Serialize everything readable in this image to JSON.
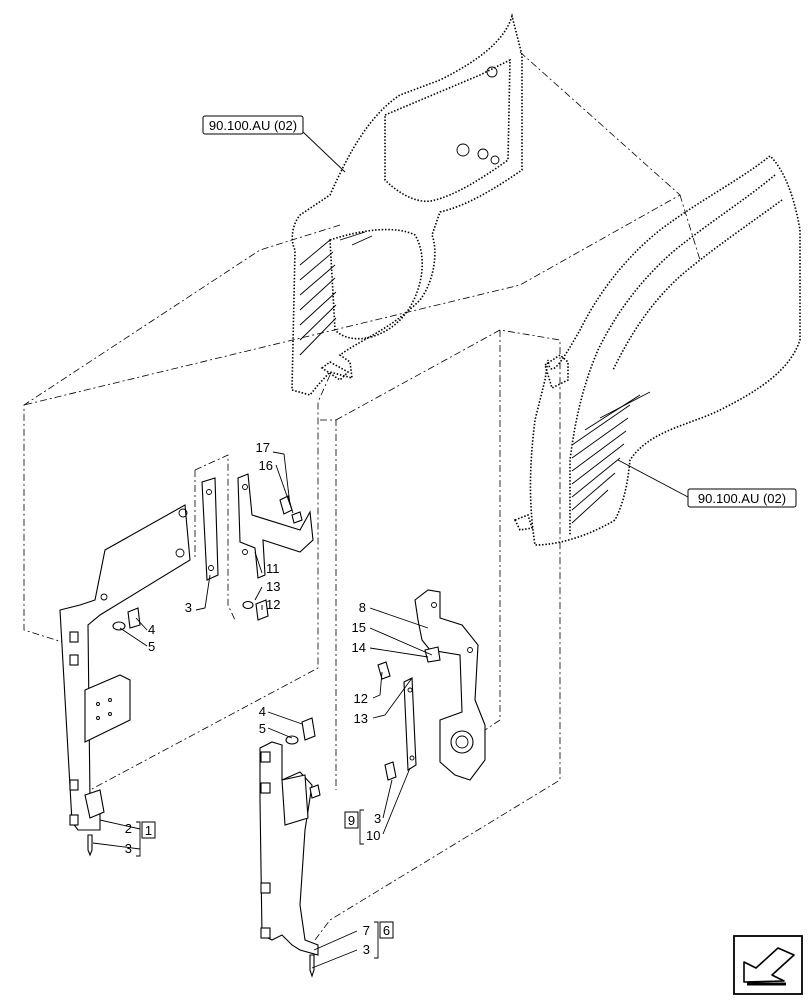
{
  "references": {
    "top": "90.100.AU (02)",
    "right": "90.100.AU (02)"
  },
  "group_boxes": {
    "g1": "1",
    "g6": "6",
    "g9": "9"
  },
  "callouts": {
    "c17": "17",
    "c16": "16",
    "c11": "11",
    "c13a": "13",
    "c12a": "12",
    "c3a": "3",
    "c4a": "4",
    "c5a": "5",
    "c2": "2",
    "c3b": "3",
    "c8": "8",
    "c15": "15",
    "c14": "14",
    "c12b": "12",
    "c13b": "13",
    "c4b": "4",
    "c5b": "5",
    "c3c": "3",
    "c10": "10",
    "c7": "7",
    "c3d": "3"
  },
  "nav": {
    "icon": "next-page-arrow-icon"
  }
}
